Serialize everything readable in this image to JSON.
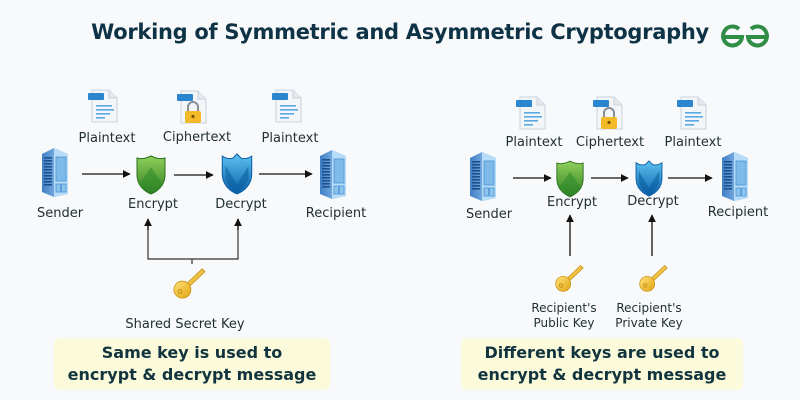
{
  "title": "Working of Symmetric and Asymmetric Cryptography",
  "logo": {
    "icon": "geeksforgeeks-logo-icon",
    "color": "#2f8d46"
  },
  "symmetric": {
    "docs": [
      "Plaintext",
      "Ciphertext",
      "Plaintext"
    ],
    "nodes": {
      "sender": "Sender",
      "encrypt": "Encrypt",
      "decrypt": "Decrypt",
      "recipient": "Recipient"
    },
    "key_label": "Shared Secret Key",
    "note": "Same key is used to encrypt & decrypt message"
  },
  "asymmetric": {
    "docs": [
      "Plaintext",
      "Ciphertext",
      "Plaintext"
    ],
    "nodes": {
      "sender": "Sender",
      "encrypt": "Encrypt",
      "decrypt": "Decrypt",
      "recipient": "Recipient"
    },
    "public_key_label_1": "Recipient's",
    "public_key_label_2": "Public Key",
    "private_key_label_1": "Recipient's",
    "private_key_label_2": "Private Key",
    "note_line1": "Different keys are used to",
    "note_line2": "encrypt & decrypt message"
  },
  "colors": {
    "title": "#0f3346",
    "note_bg": "#fbfbdc",
    "encrypt_shield": "#4a9a2e",
    "decrypt_shield": "#1a7fc4",
    "key": "#f2c230",
    "server": "#5b9bd8"
  }
}
